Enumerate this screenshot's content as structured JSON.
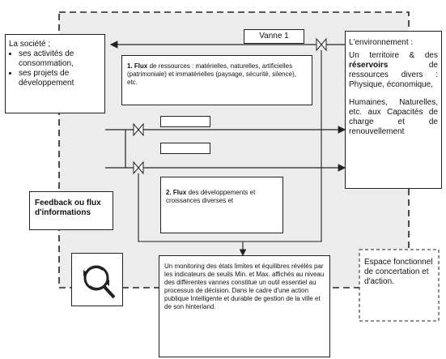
{
  "valve_label": "Vanne 1",
  "society": {
    "title": "La société ;",
    "items": [
      "ses activités de consommation,",
      "ses projets de développement"
    ]
  },
  "environment": {
    "title": "L'environnement :",
    "line1": "Un territoire & des",
    "bold": "réservoirs",
    "line2": "de ressources divers : Physique, économique,",
    "line3": "Humaines, Naturelles, etc. aux Capacités de charge et de renouvellement"
  },
  "flux1": {
    "num": "1.",
    "bold": "Flux",
    "text": " de ressources : matérielles, naturelles, artificielles (patrimoniale) et immatérielles (paysage, sécurité, silence), etc."
  },
  "flux2": {
    "num": "2.",
    "bold": "Flux",
    "text": " des développements et croissances diverses et"
  },
  "feedback": "Feedback ou flux d'informations",
  "monitoring": "Un monitoring des états limites et équilibres révélés par les indicateurs de seuils Min. et Max. affichés au niveau des différentes vannes constitue un outil essentiel au processus de décision. Dans le cadre d'une action publique Intelligente et durable de gestion de la ville et de son hinterland.",
  "espace": "Espace fonctionnel de concertation et d'action."
}
